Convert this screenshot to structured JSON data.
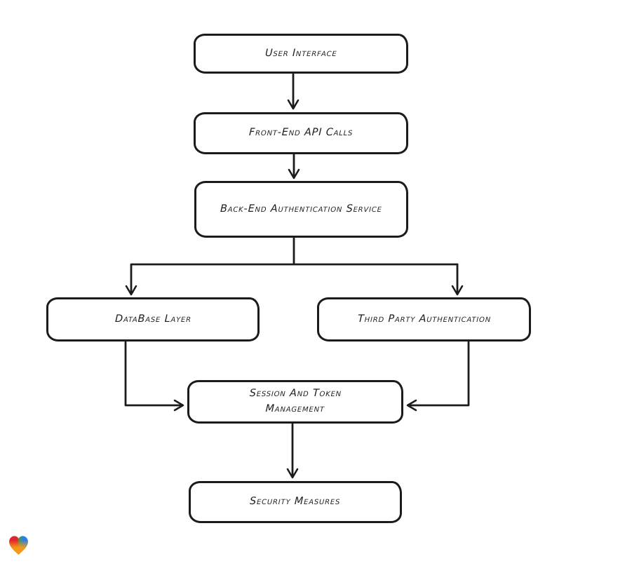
{
  "diagram": {
    "type": "flowchart",
    "background_color": "#ffffff",
    "node_fill": "#ffffff",
    "stroke_color": "#1b1b1b",
    "text_color": "#1f1f1f",
    "nodes": [
      {
        "id": "user-interface",
        "label": "User Interface"
      },
      {
        "id": "front-end-api-calls",
        "label": "Front-End API Calls"
      },
      {
        "id": "back-end-authentication-service",
        "label": "Back-End Authentication Service"
      },
      {
        "id": "database-layer",
        "label": "DataBase Layer"
      },
      {
        "id": "third-party-authentication",
        "label": "Third Party Authentication"
      },
      {
        "id": "session-and-token-management",
        "label": "Session And Token Management"
      },
      {
        "id": "security-measures",
        "label": "Security Measures"
      }
    ],
    "edges": [
      {
        "from": "user-interface",
        "to": "front-end-api-calls"
      },
      {
        "from": "front-end-api-calls",
        "to": "back-end-authentication-service"
      },
      {
        "from": "back-end-authentication-service",
        "to": "database-layer"
      },
      {
        "from": "back-end-authentication-service",
        "to": "third-party-authentication"
      },
      {
        "from": "database-layer",
        "to": "session-and-token-management"
      },
      {
        "from": "third-party-authentication",
        "to": "session-and-token-management"
      },
      {
        "from": "session-and-token-management",
        "to": "security-measures"
      }
    ],
    "watermark": {
      "icon": "heart-gradient-logo",
      "colors": [
        "#e02430",
        "#3f9e4d",
        "#2e7fe2",
        "#f59b16"
      ]
    }
  }
}
